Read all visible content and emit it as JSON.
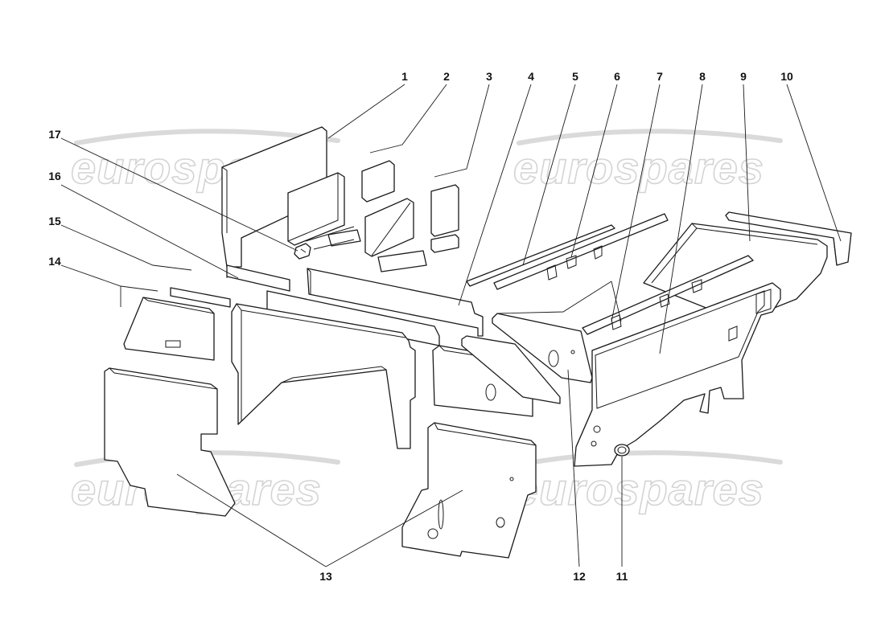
{
  "watermark": {
    "text": "eurospares",
    "color": "#d4d4d4"
  },
  "callouts": [
    {
      "id": "1",
      "label": "1"
    },
    {
      "id": "2",
      "label": "2"
    },
    {
      "id": "3",
      "label": "3"
    },
    {
      "id": "4",
      "label": "4"
    },
    {
      "id": "5",
      "label": "5"
    },
    {
      "id": "6",
      "label": "6"
    },
    {
      "id": "7",
      "label": "7"
    },
    {
      "id": "8",
      "label": "8"
    },
    {
      "id": "9",
      "label": "9"
    },
    {
      "id": "10",
      "label": "10"
    },
    {
      "id": "11",
      "label": "11"
    },
    {
      "id": "12",
      "label": "12"
    },
    {
      "id": "13",
      "label": "13"
    },
    {
      "id": "14",
      "label": "14"
    },
    {
      "id": "15",
      "label": "15"
    },
    {
      "id": "16",
      "label": "16"
    },
    {
      "id": "17",
      "label": "17"
    }
  ]
}
